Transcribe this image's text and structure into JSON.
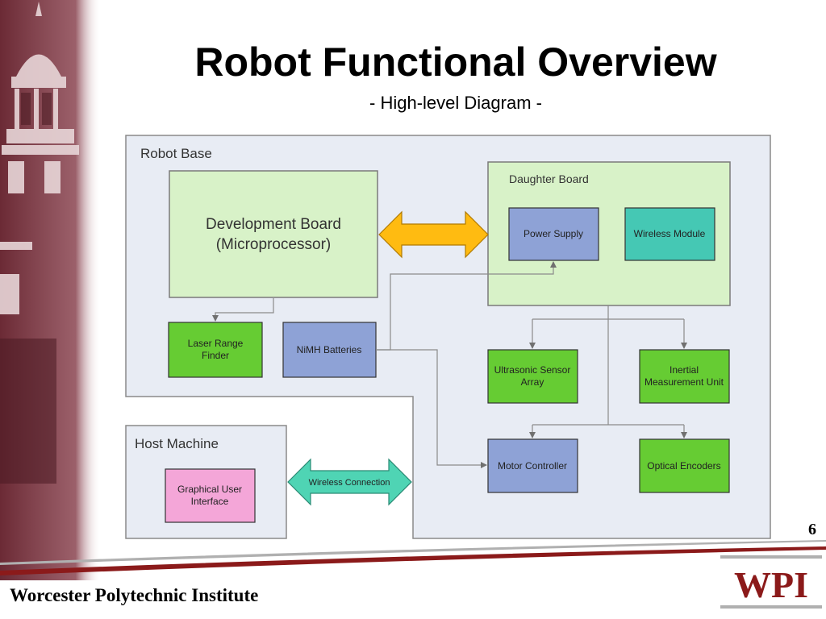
{
  "slide": {
    "title": "Robot Functional Overview",
    "subtitle": "- High-level Diagram -",
    "number": "6"
  },
  "footer": {
    "institution": "Worcester Polytechnic Institute",
    "logo_text": "WPI"
  },
  "diagram": {
    "groups": {
      "robot_base": "Robot Base",
      "daughter_board": "Daughter Board",
      "host_machine": "Host Machine"
    },
    "nodes": {
      "dev_board_line1": "Development Board",
      "dev_board_line2": "(Microprocessor)",
      "power_supply": "Power Supply",
      "wireless_module": "Wireless Module",
      "laser_line1": "Laser Range",
      "laser_line2": "Finder",
      "nimh": "NiMH Batteries",
      "ultrasonic_line1": "Ultrasonic Sensor",
      "ultrasonic_line2": "Array",
      "imu_line1": "Inertial",
      "imu_line2": "Measurement Unit",
      "motor_controller": "Motor Controller",
      "optical_encoders": "Optical Encoders",
      "gui_line1": "Graphical User",
      "gui_line2": "Interface"
    },
    "connectors": {
      "wireless_connection": "Wireless Connection"
    },
    "colors": {
      "group_fill": "#e8ecf4",
      "group_stroke": "#7a7a7a",
      "dev_board_fill": "#d8f2c8",
      "green_node": "#66cc33",
      "blue_node": "#8ea2d6",
      "teal_node": "#45c8b4",
      "pink_node": "#f4a6d8",
      "orange_arrow": "#ffbb11",
      "teal_arrow": "#4fd4b4"
    }
  }
}
